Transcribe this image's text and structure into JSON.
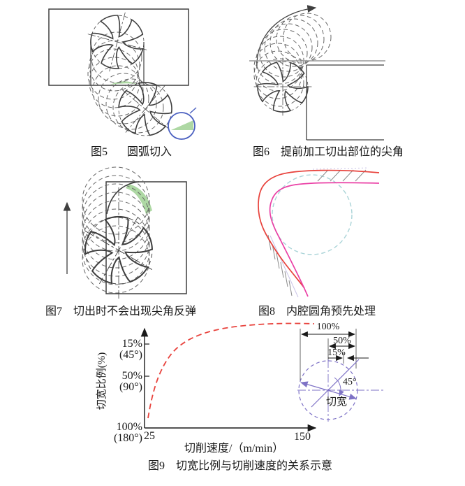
{
  "page": {
    "background": "#ffffff",
    "kind": "journal-figure-page"
  },
  "figures": {
    "fig5": {
      "num": "图5",
      "title": "圆弧切入"
    },
    "fig6": {
      "num": "图6",
      "title": "提前加工切出部位的尖角"
    },
    "fig7": {
      "num": "图7",
      "title": "切出时不会出现尖角反弹"
    },
    "fig8": {
      "num": "图8",
      "title": "内腔圆角预先处理"
    },
    "fig9": {
      "num": "图9",
      "title": "切宽比例与切削速度的关系示意"
    }
  },
  "chart_data": {
    "type": "line",
    "title": "切宽比例与切削速度的关系示意",
    "xlabel": "切削速度/（m/min）",
    "ylabel": "切宽比例(%)",
    "x_ticks": [
      "25",
      "150"
    ],
    "x_range_m_per_min": [
      25,
      150
    ],
    "y_ticks": [
      {
        "percent": "15%",
        "angle": "(45°)"
      },
      {
        "percent": "50%",
        "angle": "(90°)"
      },
      {
        "percent": "100%",
        "angle": "(180°)"
      }
    ],
    "y_axis_note": "schematic inverted axis: 100%(180°) at origin, 15%(45°) near top",
    "grid": "off",
    "legend": "none",
    "series": [
      {
        "name": "切宽比例",
        "line_style": "dashed",
        "color": "#e8423c",
        "points": [
          [
            25,
            100
          ],
          [
            35,
            72
          ],
          [
            50,
            48
          ],
          [
            70,
            32
          ],
          [
            90,
            23
          ],
          [
            110,
            18
          ],
          [
            130,
            15
          ],
          [
            150,
            13
          ]
        ]
      }
    ],
    "inset": {
      "dim_100": "100%",
      "dim_50": "50%",
      "dim_15": "15%",
      "angle": "45°",
      "width_label": "切宽"
    }
  },
  "colors": {
    "line_art": "#3f3f3f",
    "trail_dash": "#666666",
    "green_fill": "#aed8a4",
    "blue_circle": "#4a5fc0",
    "curve_red": "#e8423c",
    "magenta": "#ea3fa5",
    "cyan_dash": "#aad4d8",
    "violet": "#7e72c6",
    "hatch_gray": "#8a8a8a"
  }
}
